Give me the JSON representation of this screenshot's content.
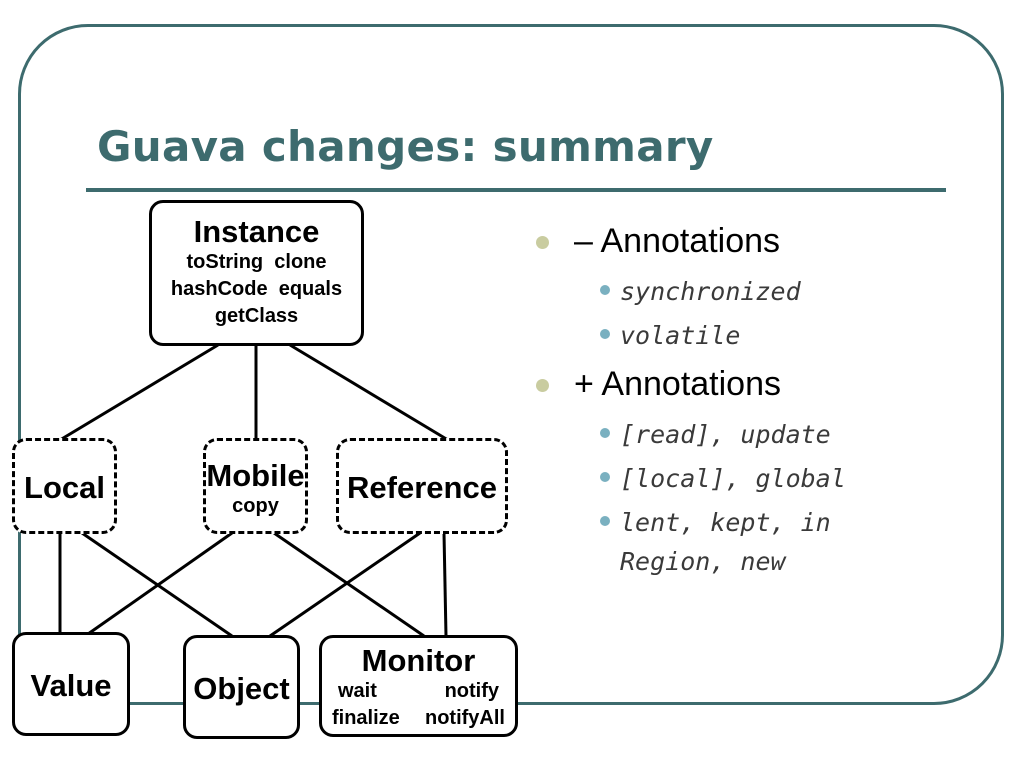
{
  "slide": {
    "title": "Guava changes: summary"
  },
  "diagram": {
    "instance": {
      "label": "Instance",
      "methods_line1": "toString  clone",
      "methods_line2": "hashCode  equals",
      "methods_line3": "getClass"
    },
    "local": {
      "label": "Local"
    },
    "mobile": {
      "label": "Mobile",
      "sub": "copy"
    },
    "reference": {
      "label": "Reference"
    },
    "value": {
      "label": "Value"
    },
    "object": {
      "label": "Object"
    },
    "monitor": {
      "label": "Monitor",
      "m1": "wait",
      "m2": "notify",
      "m3": "finalize",
      "m4": "notifyAll"
    }
  },
  "bullets": [
    {
      "label": "– Annotations",
      "subitems": [
        "synchronized",
        "volatile"
      ]
    },
    {
      "label": "+ Annotations",
      "subitems": [
        "[read], update",
        "[local], global",
        "lent, kept, in Region, new"
      ]
    }
  ]
}
